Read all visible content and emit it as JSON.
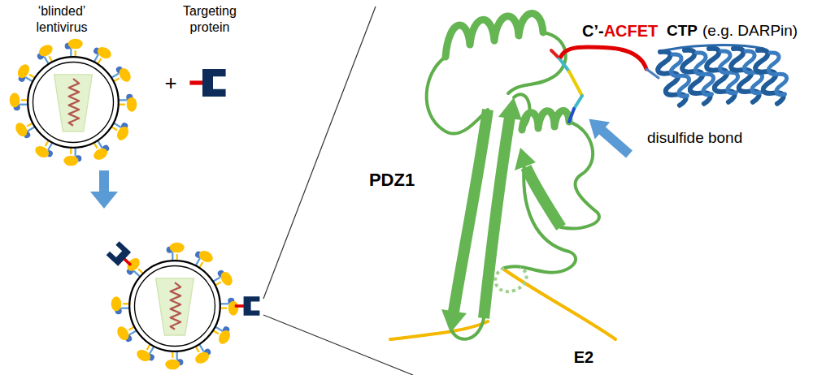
{
  "diagram": {
    "labels": [
      "‘blinded’ lentivirus",
      "Targeting protein",
      "+",
      "PDZ1",
      "C’-",
      "ACFET",
      "CTP",
      "(e.g. DARPin)",
      "disulfide bond",
      "E2"
    ]
  }
}
